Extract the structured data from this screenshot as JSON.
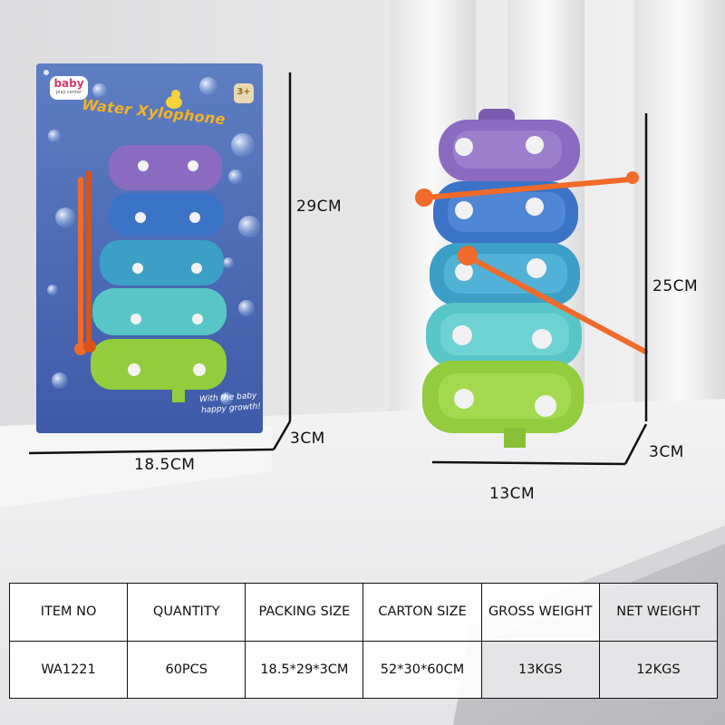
{
  "package": {
    "brand_line1": "baby",
    "brand_line2": "play center",
    "title": "Water Xylophone",
    "slogan_line1": "With the baby",
    "slogan_line2": "happy growth!",
    "age_badge": "3+"
  },
  "dimensions": {
    "package_height": "29CM",
    "package_width": "18.5CM",
    "package_depth": "3CM",
    "toy_height": "25CM",
    "toy_width": "13CM",
    "toy_depth": "3CM"
  },
  "colors": {
    "purple": "#8a6bbf",
    "blue": "#3b73c7",
    "teal": "#3c9fc6",
    "aqua": "#58c6c6",
    "green": "#93cc3d",
    "mallet": "#f06a2a"
  },
  "table": {
    "headers": [
      "ITEM NO",
      "QUANTITY",
      "PACKING SIZE",
      "CARTON SIZE",
      "GROSS WEIGHT",
      "NET WEIGHT"
    ],
    "rows": [
      [
        "WA1221",
        "60PCS",
        "18.5*29*3CM",
        "52*30*60CM",
        "13KGS",
        "12KGS"
      ]
    ]
  }
}
